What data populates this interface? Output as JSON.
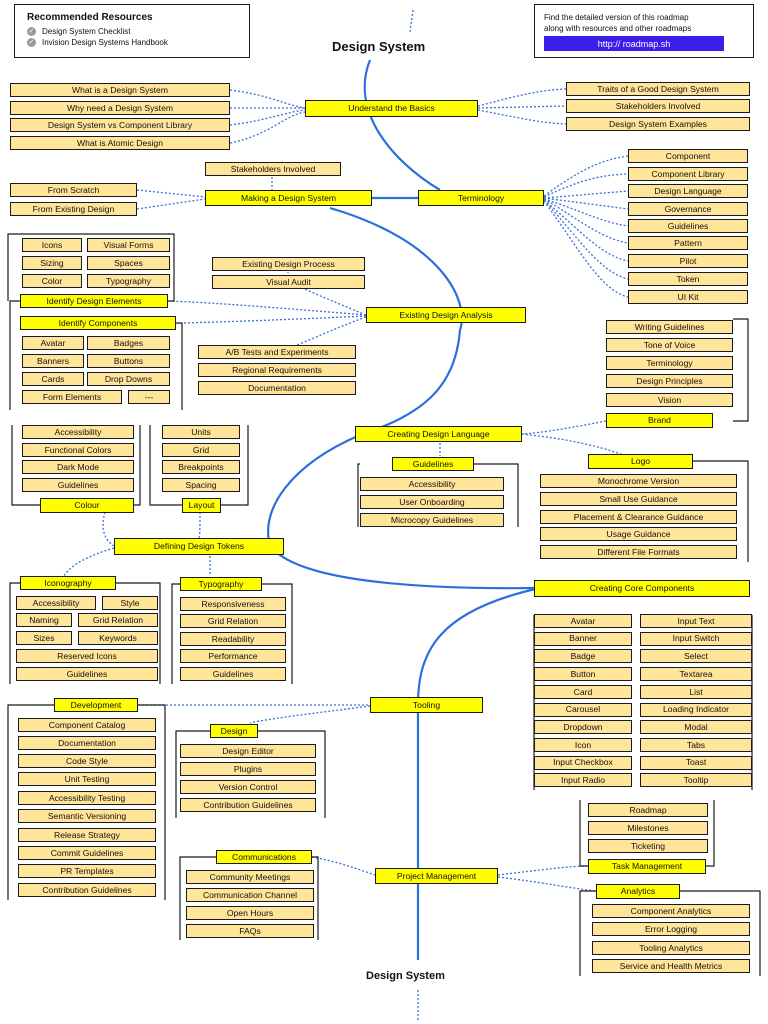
{
  "title": "Design System",
  "footer_title": "Design System",
  "resources": {
    "title": "Recommended Resources",
    "items": [
      "Design System Checklist",
      "Invision Design Systems Handbook"
    ]
  },
  "find": {
    "line1": "Find the detailed version of this roadmap",
    "line2": "along with resources and other roadmaps",
    "url": "http:// roadmap.sh"
  },
  "colors": {
    "main": "#ffff00",
    "sub": "#ffe599",
    "spine": "#2b6fdc",
    "link": "#3a6fd8",
    "button": "#3b1eea"
  },
  "sections": {
    "basics": {
      "title": "Understand the Basics",
      "left": [
        "What is a Design System",
        "Why need a Design System",
        "Design System vs Component Library",
        "What is Atomic Design"
      ],
      "right": [
        "Traits of a Good Design System",
        "Stakeholders Involved",
        "Design System Examples"
      ]
    },
    "making": {
      "title": "Making a Design System",
      "top": "Stakeholders Involved",
      "left": [
        "From Scratch",
        "From Existing Design"
      ]
    },
    "terminology": {
      "title": "Terminology",
      "items": [
        "Component",
        "Component Library",
        "Design Language",
        "Governance",
        "Guidelines",
        "Pattern",
        "Pilot",
        "Token",
        "UI Kit"
      ]
    },
    "analysis": {
      "title": "Existing Design Analysis",
      "elements": {
        "title": "Identify Design Elements",
        "items": [
          "Icons",
          "Visual Forms",
          "Sizing",
          "Spaces",
          "Color",
          "Typography"
        ]
      },
      "components": {
        "title": "Identify Components",
        "items": [
          "Avatar",
          "Badges",
          "Banners",
          "Buttons",
          "Cards",
          "Drop Downs",
          "Form Elements",
          "---"
        ]
      },
      "top": [
        "Existing Design Process",
        "Visual Audit"
      ],
      "bottom": [
        "A/B Tests and Experiments",
        "Regional Requirements",
        "Documentation"
      ]
    },
    "language": {
      "title": "Creating Design Language",
      "brand": {
        "title": "Brand",
        "items": [
          "Writing Guidelines",
          "Tone of Voice",
          "Terminology",
          "Design Principles",
          "Vision"
        ]
      },
      "guidelines": {
        "title": "Guidelines",
        "items": [
          "Accessibility",
          "User Onboarding",
          "Microcopy Guidelines"
        ]
      },
      "logo": {
        "title": "Logo",
        "items": [
          "Monochrome Version",
          "Small Use Guidance",
          "Placement & Clearance Guidance",
          "Usage Guidance",
          "Different File Formats"
        ]
      }
    },
    "tokens": {
      "title": "Defining Design Tokens",
      "colour": {
        "title": "Colour",
        "items": [
          "Accessibility",
          "Functional Colors",
          "Dark Mode",
          "Guidelines"
        ]
      },
      "layout": {
        "title": "Layout",
        "items": [
          "Units",
          "Grid",
          "Breakpoints",
          "Spacing"
        ]
      },
      "iconography": {
        "title": "Iconography",
        "items": [
          "Accessibility",
          "Style",
          "Naming",
          "Grid Relation",
          "Sizes",
          "Keywords",
          "Reserved Icons",
          "Guidelines"
        ]
      },
      "typography": {
        "title": "Typography",
        "items": [
          "Responsiveness",
          "Grid Relation",
          "Readability",
          "Performance",
          "Guidelines"
        ]
      }
    },
    "core": {
      "title": "Creating Core Components",
      "left": [
        "Avatar",
        "Banner",
        "Badge",
        "Button",
        "Card",
        "Carousel",
        "Dropdown",
        "Icon",
        "Input Checkbox",
        "Input Radio"
      ],
      "right": [
        "Input Text",
        "Input Switch",
        "Select",
        "Textarea",
        "List",
        "Loading Indicator",
        "Modal",
        "Tabs",
        "Toast",
        "Tooltip"
      ]
    },
    "tooling": {
      "title": "Tooling",
      "development": {
        "title": "Development",
        "items": [
          "Component Catalog",
          "Documentation",
          "Code Style",
          "Unit Testing",
          "Accessibility Testing",
          "Semantic Versioning",
          "Release Strategy",
          "Commit Guidelines",
          "PR Templates",
          "Contribution Guidelines"
        ]
      },
      "design": {
        "title": "Design",
        "items": [
          "Design Editor",
          "Plugins",
          "Version Control",
          "Contribution Guidelines"
        ]
      }
    },
    "project": {
      "title": "Project Management",
      "communications": {
        "title": "Communications",
        "items": [
          "Community Meetings",
          "Communication Channel",
          "Open Hours",
          "FAQs"
        ]
      },
      "task": {
        "title": "Task Management",
        "items": [
          "Roadmap",
          "Milestones",
          "Ticketing"
        ]
      },
      "analytics": {
        "title": "Analytics",
        "items": [
          "Component Analytics",
          "Error Logging",
          "Tooling Analytics",
          "Service and Health Metrics"
        ]
      }
    }
  }
}
